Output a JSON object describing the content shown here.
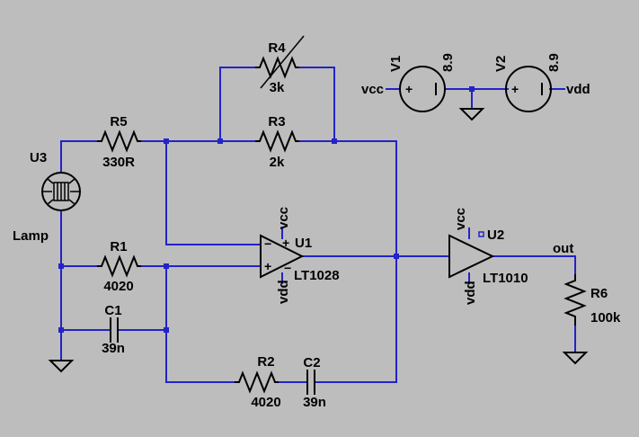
{
  "components": {
    "R5": {
      "ref": "R5",
      "value": "330R"
    },
    "R4": {
      "ref": "R4",
      "value": "3k"
    },
    "R3": {
      "ref": "R3",
      "value": "2k"
    },
    "R1": {
      "ref": "R1",
      "value": "4020"
    },
    "R2": {
      "ref": "R2",
      "value": "4020"
    },
    "R6": {
      "ref": "R6",
      "value": "100k"
    },
    "C1": {
      "ref": "C1",
      "value": "39n"
    },
    "C2": {
      "ref": "C2",
      "value": "39n"
    },
    "U1": {
      "ref": "U1",
      "value": "LT1028"
    },
    "U2": {
      "ref": "U2",
      "value": "LT1010"
    },
    "U3": {
      "ref": "U3",
      "value": "Lamp"
    },
    "V1": {
      "ref": "V1",
      "value": "8.9"
    },
    "V2": {
      "ref": "V2",
      "value": "8.9"
    }
  },
  "net_labels": {
    "vcc_v1": "vcc",
    "vdd_v2": "vdd",
    "out": "out",
    "u1_vcc": "vcc",
    "u1_vdd": "vdd",
    "u2_vcc": "vcc",
    "u2_vdd": "vdd"
  },
  "symbols": {
    "plus": "+",
    "minus": "−",
    "plus_small": "+",
    "minus_small": "−"
  },
  "colors": {
    "background": "#bdbdbd",
    "wire": "#2323c8",
    "component": "#000000"
  }
}
